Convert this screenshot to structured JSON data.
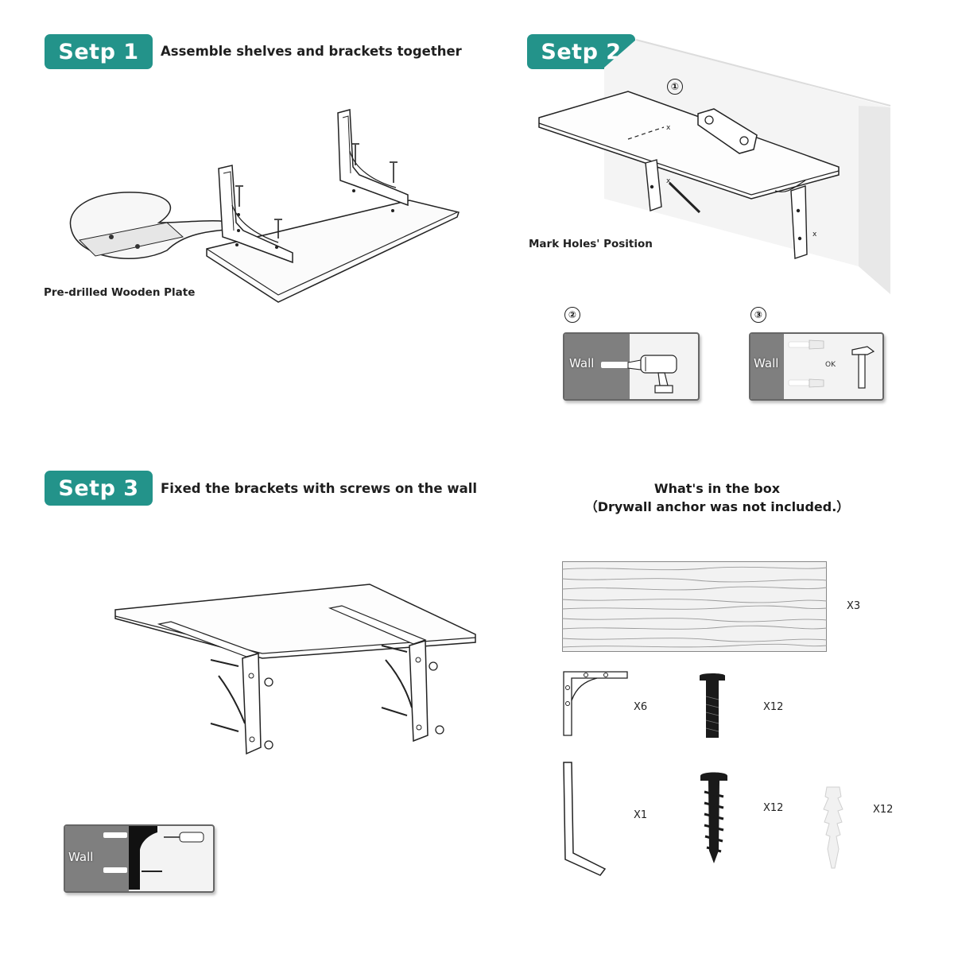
{
  "step1": {
    "badge": "Setp 1",
    "description": "Assemble shelves and brackets together",
    "caption": "Pre-drilled Wooden Plate"
  },
  "step2": {
    "badge": "Setp 2",
    "caption": "Mark Holes' Position",
    "markers": [
      "①",
      "②",
      "③"
    ],
    "panel2_wall": "Wall",
    "panel3_wall": "Wall",
    "panel3_ok": "OK"
  },
  "step3": {
    "badge": "Setp 3",
    "description": "Fixed the brackets with screws on the wall",
    "panel_wall": "Wall"
  },
  "box": {
    "title": "What's in the box",
    "subtitle": "（Drywall anchor was not included.）",
    "items": [
      {
        "name": "wooden shelf board",
        "qty": "X3"
      },
      {
        "name": "bracket",
        "qty": "X6"
      },
      {
        "name": "machine screw",
        "qty": "X12"
      },
      {
        "name": "hex key",
        "qty": "X1"
      },
      {
        "name": "wood screw",
        "qty": "X12"
      },
      {
        "name": "drywall anchor",
        "qty": "X12"
      }
    ]
  },
  "colors": {
    "badge": "#23938a",
    "wall_gray": "#7f7f7f",
    "line": "#222222"
  }
}
